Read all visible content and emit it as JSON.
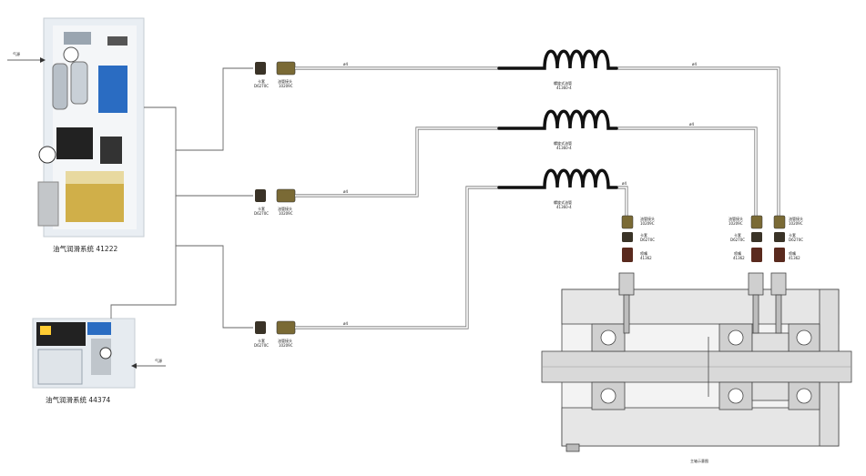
{
  "air_in": "气源",
  "system_1": {
    "caption": "油气润滑系统 41222"
  },
  "system_2": {
    "caption": "油气润滑系统 44374"
  },
  "fitting": {
    "ferrule": "卡套",
    "ferrule_code": "D6270C",
    "fitting_left_name": "油管接头",
    "fitting_left_code": "10209C",
    "pipe_joint": "油管接头",
    "pipe_joint_code": "10209C",
    "nozzle": "喷嘴",
    "nozzle_code": "41362"
  },
  "tube_size": "ø4",
  "coil": {
    "name": "螺旋式油管",
    "code": "41360-4"
  },
  "spindle": {
    "caption": "主轴示意图"
  }
}
